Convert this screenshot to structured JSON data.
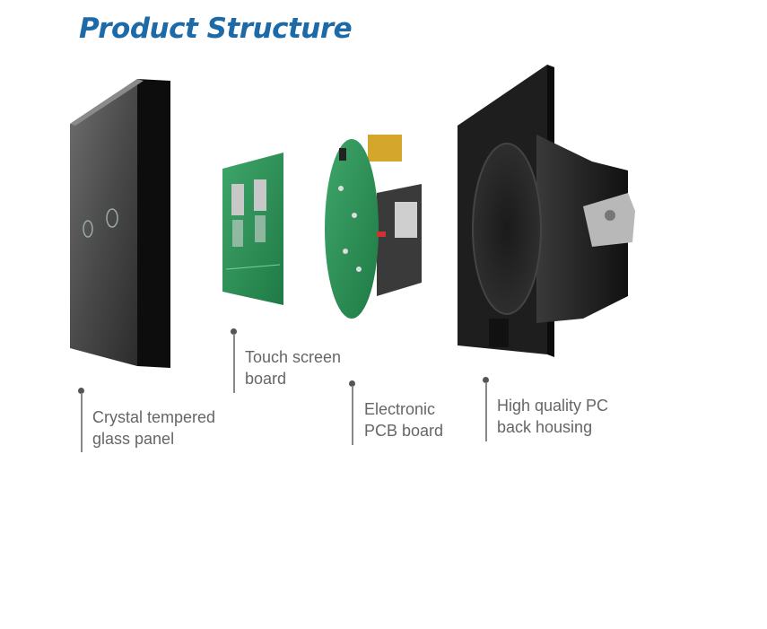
{
  "header": {
    "title": "Product Structure"
  },
  "components": [
    {
      "id": "glass",
      "line1": "Crystal tempered",
      "line2": "glass panel"
    },
    {
      "id": "touch",
      "line1": "Touch screen",
      "line2": "board"
    },
    {
      "id": "pcb",
      "line1": "Electronic",
      "line2": "PCB board"
    },
    {
      "id": "housing",
      "line1": "High quality PC",
      "line2": "back housing"
    }
  ],
  "colors": {
    "title": "#1d6aa8",
    "label": "#666666",
    "pcb": "#2e8b57",
    "panel": "#1a1a1a"
  }
}
